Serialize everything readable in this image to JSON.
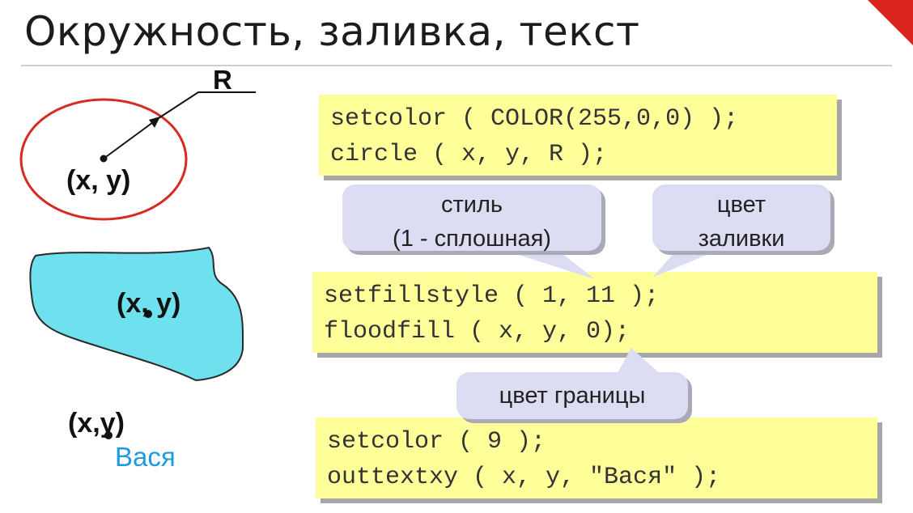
{
  "slide": {
    "title": "Окружность, заливка, текст"
  },
  "circle_figure": {
    "radius_label": "R",
    "center_label": "(x, y)",
    "stroke_color": "#d62a22"
  },
  "fill_figure": {
    "center_label": "(x, y)",
    "fill_color": "#6ee0ee"
  },
  "text_figure": {
    "position_label": "(x,y)",
    "sample_text": "Вася",
    "text_color": "#1e9be0"
  },
  "code_blocks": [
    {
      "lines": [
        "setcolor ( COLOR(255,0,0) );",
        "circle ( x, y, R );"
      ]
    },
    {
      "lines": [
        "setfillstyle ( 1, 11 );",
        "floodfill ( x, y, 0);"
      ]
    },
    {
      "lines": [
        "setcolor ( 9 );",
        "outtextxy ( x, y, \"Вася\" );"
      ]
    }
  ],
  "callouts": {
    "style": {
      "line1": "стиль",
      "line2": "(1 - сплошная)"
    },
    "fill_color": {
      "line1": "цвет",
      "line2": "заливки"
    },
    "border_color": {
      "line1": "цвет границы"
    }
  },
  "colors": {
    "code_bg": "#ffff99",
    "callout_bg": "#dcdcf2",
    "accent": "#d9251d"
  }
}
